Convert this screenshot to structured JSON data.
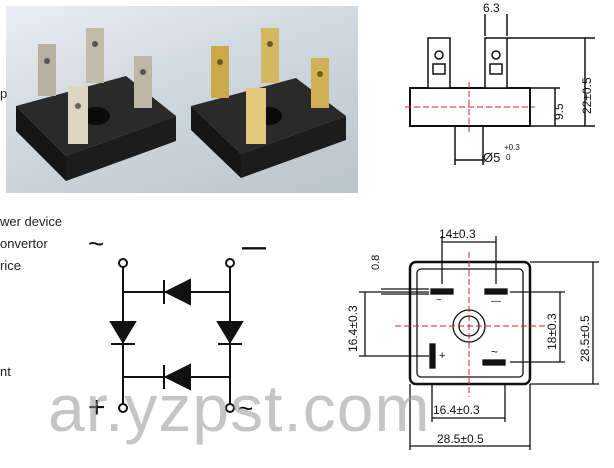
{
  "side_text": {
    "line1": "wer device",
    "line2": "onvertor",
    "line3": "rice",
    "line4": "nt",
    "line0": "p"
  },
  "schematic": {
    "ac_top": "~",
    "neg": "—",
    "pos": "+",
    "ac_bottom": "~"
  },
  "side_view": {
    "pin_spacing": "6.3",
    "overall_height": "22±0.5",
    "body_height": "9.5",
    "hole": "Ø5",
    "hole_tol_upper": "+0.3",
    "hole_tol_lower": "0"
  },
  "top_view": {
    "pad_spacing_h": "14±0.3",
    "pad_width": "0.8",
    "pad_spacing_v": "16.4±0.3",
    "inner_v": "18±0.3",
    "body_v": "28.5±0.5",
    "inner_h": "16.4±0.3",
    "body_h": "28.5±0.5",
    "mark_ac1": "~",
    "mark_ac2": "~",
    "mark_pos": "+",
    "mark_neg": "—"
  },
  "watermark": "ar.yzpst.com",
  "colors": {
    "ink": "#111111",
    "centerline": "#d62020",
    "body": "#1a1a1a"
  }
}
